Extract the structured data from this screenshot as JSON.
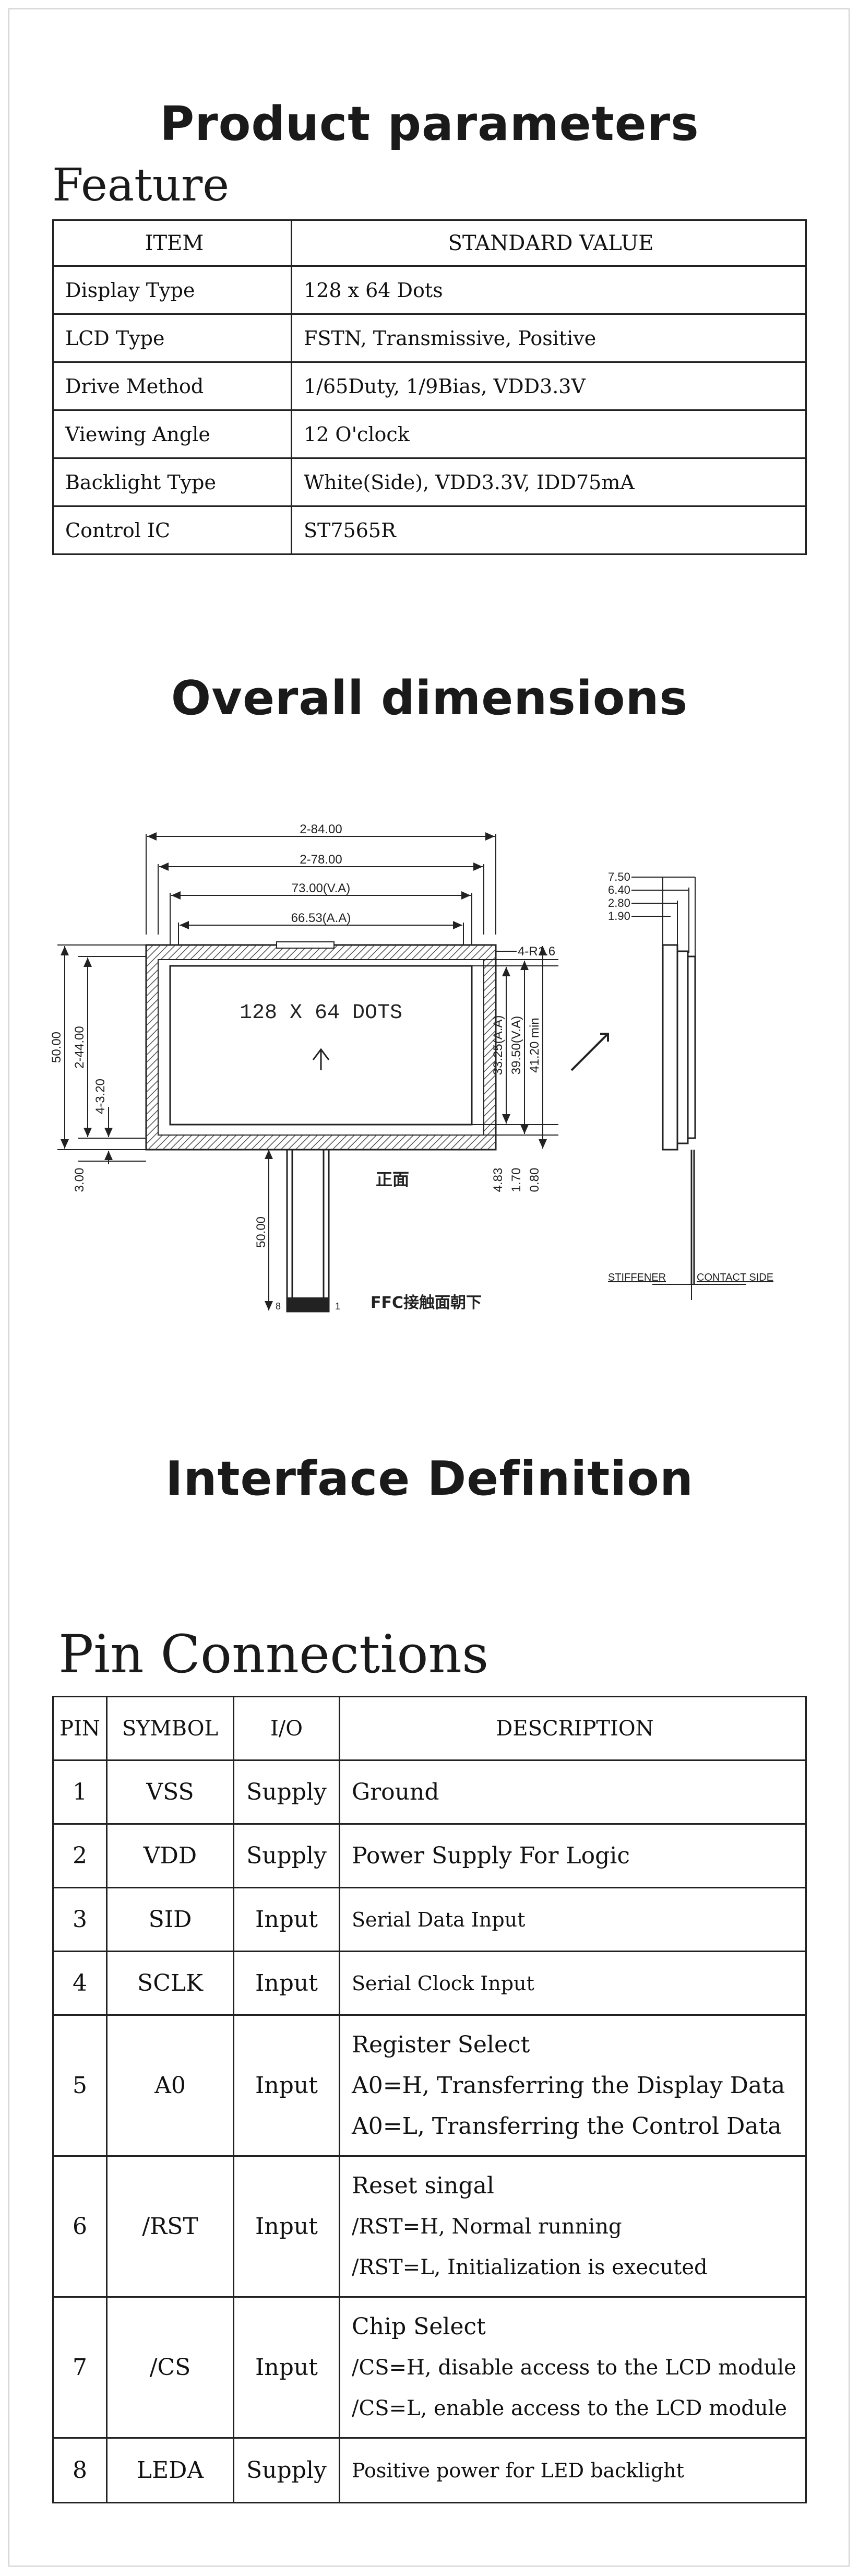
{
  "sections": {
    "product_parameters": "Product parameters",
    "overall_dimensions": "Overall dimensions",
    "interface_definition": "Interface Definition"
  },
  "feature": {
    "label": "Feature",
    "headers": [
      "ITEM",
      "STANDARD VALUE"
    ],
    "rows": [
      [
        "Display Type",
        "128 x 64 Dots"
      ],
      [
        "LCD Type",
        "FSTN, Transmissive, Positive"
      ],
      [
        "Drive Method",
        "1/65Duty, 1/9Bias, VDD3.3V"
      ],
      [
        "Viewing Angle",
        "12 O'clock"
      ],
      [
        "Backlight Type",
        "White(Side), VDD3.3V, IDD75mA"
      ],
      [
        "Control IC",
        "ST7565R"
      ]
    ]
  },
  "drawing": {
    "display_label": "128 X 64 DOTS",
    "front_label": "正面",
    "ffc_label": "FFC接触面朝下",
    "stiffener_label": "STIFFENER",
    "contact_side_label": "CONTACT SIDE",
    "dims_top": [
      "2-84.00",
      "2-78.00",
      "73.00(V.A)",
      "66.53(A.A)"
    ],
    "radius": "4-R1.6",
    "dims_left": [
      "50.00",
      "2-44.00",
      "4-3.20",
      "3.00"
    ],
    "dims_right": [
      "33.25(A.A)",
      "39.50(V.A)",
      "41.20 min"
    ],
    "dims_bottom_right": [
      "4.83",
      "1.70",
      "0.80"
    ],
    "ffc_length": "50.00",
    "side_dims": [
      "7.50",
      "6.40",
      "2.80",
      "1.90"
    ],
    "pin_first": "8",
    "pin_last": "1"
  },
  "pins": {
    "label": "Pin Connections",
    "headers": [
      "PIN",
      "SYMBOL",
      "I/O",
      "DESCRIPTION"
    ],
    "rows": [
      {
        "pin": "1",
        "symbol": "VSS",
        "io": "Supply",
        "desc": [
          "Ground"
        ]
      },
      {
        "pin": "2",
        "symbol": "VDD",
        "io": "Supply",
        "desc": [
          "Power Supply For Logic"
        ]
      },
      {
        "pin": "3",
        "symbol": "SID",
        "io": "Input",
        "desc": [
          "Serial Data Input"
        ]
      },
      {
        "pin": "4",
        "symbol": "SCLK",
        "io": "Input",
        "desc": [
          "Serial Clock Input"
        ]
      },
      {
        "pin": "5",
        "symbol": "A0",
        "io": "Input",
        "desc": [
          "Register Select",
          "A0=H, Transferring the Display Data",
          "A0=L, Transferring the Control Data"
        ]
      },
      {
        "pin": "6",
        "symbol": "/RST",
        "io": "Input",
        "desc": [
          "Reset singal",
          "/RST=H, Normal running",
          "/RST=L, Initialization is executed"
        ]
      },
      {
        "pin": "7",
        "symbol": "/CS",
        "io": "Input",
        "desc": [
          "Chip Select",
          "/CS=H, disable access to the LCD module",
          "/CS=L, enable access to the LCD module"
        ]
      },
      {
        "pin": "8",
        "symbol": "LEDA",
        "io": "Supply",
        "desc": [
          "Positive power for LED backlight"
        ]
      }
    ]
  }
}
